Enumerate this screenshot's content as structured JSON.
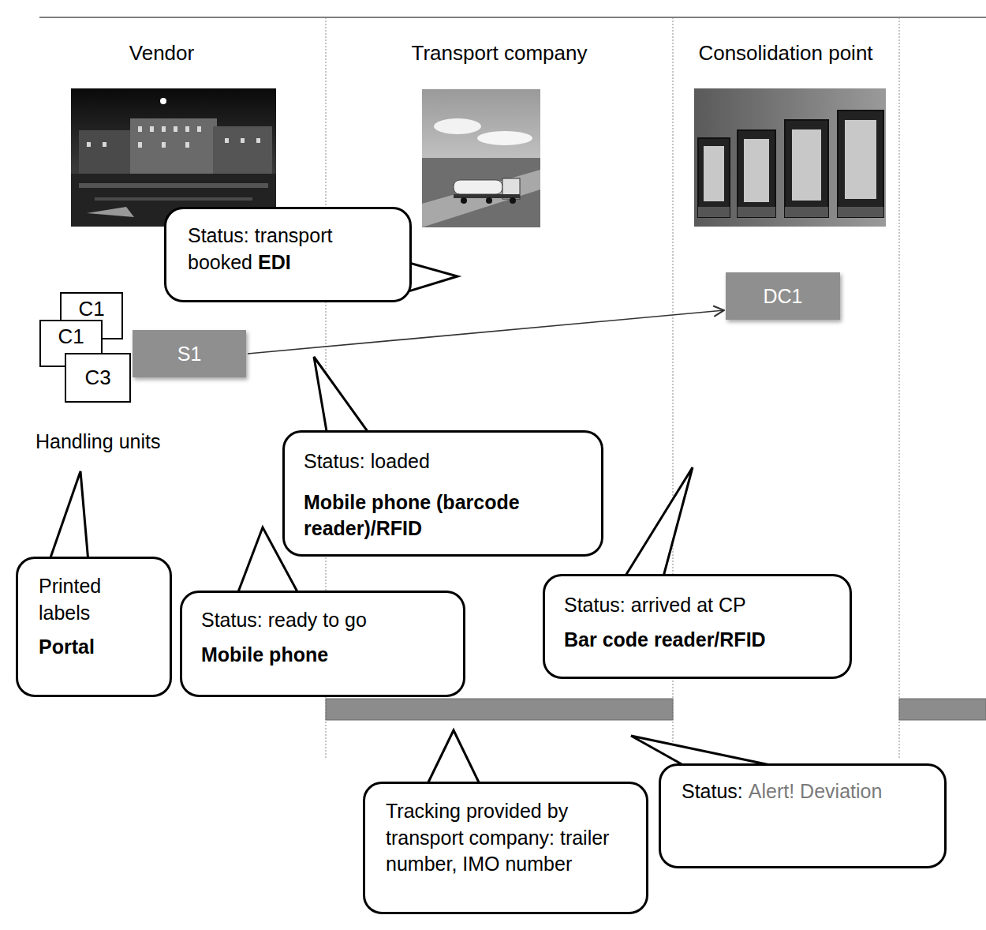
{
  "diagram": {
    "nodes": [
      {
        "text": [
          "Status: transport booked",
          "EDI"
        ]
      },
      {
        "text": [
          "C1"
        ]
      },
      {
        "text": [
          "C1"
        ]
      },
      {
        "text": [
          "C3"
        ]
      },
      {
        "text": [
          "S1"
        ]
      },
      {
        "text": [
          "DC1"
        ]
      },
      {
        "text": [
          "Status: loaded",
          "Mobile phone (barcode reader)/RFID"
        ]
      },
      {
        "text": [
          "Printed labels",
          "Portal"
        ]
      },
      {
        "text": [
          "Status: ready to go",
          "Mobile phone"
        ]
      },
      {
        "text": [
          "Status: arrived at CP",
          "Bar code reader/RFID"
        ]
      },
      {
        "text": [
          "Tracking provided by transport company: trailer number, IMO number"
        ]
      },
      {
        "text": [
          "Status:",
          "Alert! Deviation"
        ]
      }
    ],
    "edges": [
      {
        "from": 4,
        "to": 5,
        "arrow": "to"
      }
    ],
    "labels": [
      "Vendor",
      "Transport company",
      "Consolidation point",
      "Handling units"
    ]
  }
}
